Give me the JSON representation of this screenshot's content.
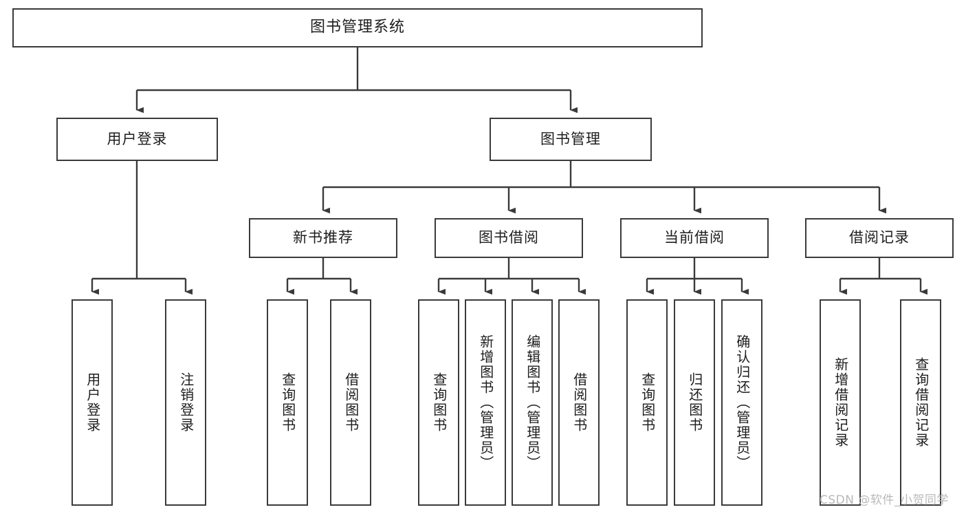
{
  "diagram": {
    "title": "图书管理系统",
    "type": "tree-hierarchy",
    "watermark": "CSDN @软件_小贺同学",
    "colors": {
      "background": "#ffffff",
      "node_border": "#3a3a3a",
      "node_fill": "#ffffff",
      "edge": "#3a3a3a",
      "text": "#1d1d1d",
      "watermark": "#b9b9b9"
    },
    "levels": {
      "root": {
        "label": "图书管理系统"
      },
      "level2": [
        {
          "id": "user-login",
          "label": "用户登录"
        },
        {
          "id": "book-manage",
          "label": "图书管理"
        }
      ],
      "level3": [
        {
          "id": "new-book-recommend",
          "label": "新书推荐"
        },
        {
          "id": "book-borrow",
          "label": "图书借阅"
        },
        {
          "id": "current-borrow",
          "label": "当前借阅"
        },
        {
          "id": "borrow-record",
          "label": "借阅记录"
        }
      ],
      "leaves": {
        "user-login": [
          {
            "id": "leaf-user-login",
            "label": "用户登录"
          },
          {
            "id": "leaf-logout-login",
            "label": "注销登录"
          }
        ],
        "new-book-recommend": [
          {
            "id": "leaf-query-book-1",
            "label": "查询图书"
          },
          {
            "id": "leaf-borrow-book-1",
            "label": "借阅图书"
          }
        ],
        "book-borrow": [
          {
            "id": "leaf-query-book-2",
            "label": "查询图书"
          },
          {
            "id": "leaf-add-book",
            "label": "新增图书（管理员）"
          },
          {
            "id": "leaf-edit-book",
            "label": "编辑图书（管理员）"
          },
          {
            "id": "leaf-borrow-book-2",
            "label": "借阅图书"
          }
        ],
        "current-borrow": [
          {
            "id": "leaf-query-book-3",
            "label": "查询图书"
          },
          {
            "id": "leaf-return-book",
            "label": "归还图书"
          },
          {
            "id": "leaf-confirm-return",
            "label": "确认归还（管理员）"
          }
        ],
        "borrow-record": [
          {
            "id": "leaf-add-record",
            "label": "新增借阅记录"
          },
          {
            "id": "leaf-query-record",
            "label": "查询借阅记录"
          }
        ]
      }
    }
  }
}
